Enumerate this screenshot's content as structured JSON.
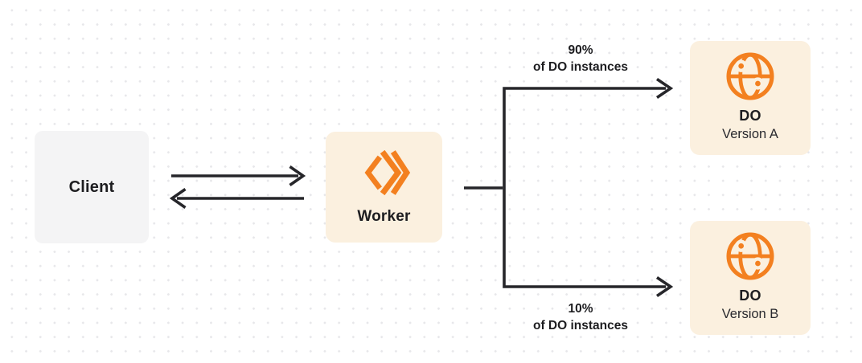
{
  "nodes": {
    "client": {
      "label": "Client"
    },
    "worker": {
      "label": "Worker",
      "icon": "cloudflare-workers-logo"
    },
    "do_version_a": {
      "title": "DO",
      "subtitle": "Version A",
      "icon": "durable-object-globe"
    },
    "do_version_b": {
      "title": "DO",
      "subtitle": "Version B",
      "icon": "durable-object-globe"
    }
  },
  "edge_labels": {
    "to_version_a": {
      "percent": "90%",
      "caption": "of DO instances"
    },
    "to_version_b": {
      "percent": "10%",
      "caption": "of DO instances"
    }
  },
  "colors": {
    "accent_orange": "#f38020",
    "node_cream_bg": "#fbf0df",
    "client_node_bg": "#f4f4f5",
    "line": "#26262a",
    "text": "#1d1d20",
    "dot_grid": "#e7e7ea",
    "canvas_bg": "#ffffff"
  }
}
